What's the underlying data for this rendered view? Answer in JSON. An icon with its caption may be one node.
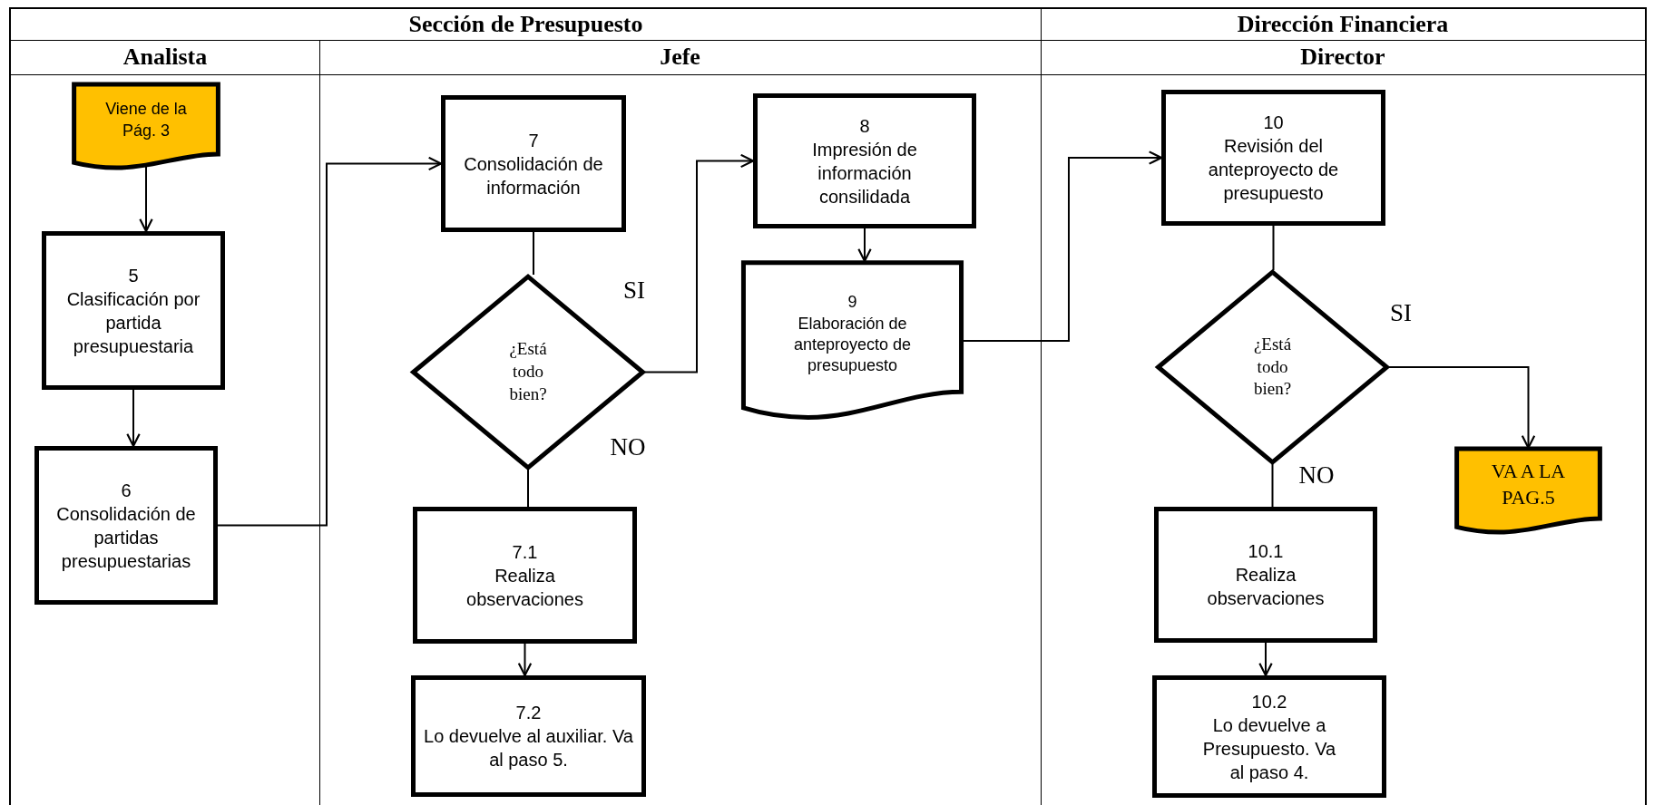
{
  "diagram": {
    "nodes": [
      {
        "text": [
          "Viene de la Pág. 3"
        ]
      },
      {
        "text": [
          "5",
          "Clasificación por partida presupuestaria"
        ]
      },
      {
        "text": [
          "6",
          "Consolidación de partidas presupuestarias"
        ]
      },
      {
        "text": [
          "7",
          "Consolidación de información"
        ]
      },
      {
        "text": [
          "¿Está todo bien?"
        ]
      },
      {
        "text": [
          "7.1",
          "Realiza observaciones"
        ]
      },
      {
        "text": [
          "7.2",
          "Lo devuelve al auxiliar. Va al paso 5."
        ]
      },
      {
        "text": [
          "8",
          "Impresión de información consilidada"
        ]
      },
      {
        "text": [
          "9",
          "Elaboración de anteproyecto de presupuesto"
        ]
      },
      {
        "text": [
          "10",
          "Revisión del anteproyecto de presupuesto"
        ]
      },
      {
        "text": [
          "¿Está todo bien?"
        ]
      },
      {
        "text": [
          "10.1",
          "Realiza observaciones"
        ]
      },
      {
        "text": [
          "10.2",
          "Lo devuelve a Presupuesto. Va al paso 4."
        ]
      },
      {
        "text": [
          "VA A LA PAG.5"
        ]
      }
    ],
    "edges": [
      {
        "from": 0,
        "to": 1,
        "arrow": "to"
      },
      {
        "from": 1,
        "to": 2,
        "arrow": "to"
      },
      {
        "from": 2,
        "to": 3,
        "arrow": "to"
      },
      {
        "from": 3,
        "to": 4,
        "arrow": "none"
      },
      {
        "from": 4,
        "to": 7,
        "arrow": "to",
        "label": "SI"
      },
      {
        "from": 4,
        "to": 5,
        "arrow": "none",
        "label": "NO"
      },
      {
        "from": 5,
        "to": 6,
        "arrow": "to"
      },
      {
        "from": 7,
        "to": 8,
        "arrow": "to"
      },
      {
        "from": 8,
        "to": 9,
        "arrow": "to"
      },
      {
        "from": 9,
        "to": 10,
        "arrow": "none"
      },
      {
        "from": 10,
        "to": 13,
        "arrow": "to",
        "label": "SI"
      },
      {
        "from": 10,
        "to": 11,
        "arrow": "none",
        "label": "NO"
      },
      {
        "from": 11,
        "to": 12,
        "arrow": "to"
      }
    ],
    "labels": [
      "Sección de Presupuesto",
      "Dirección Financiera",
      "Analista",
      "Jefe",
      "Director"
    ]
  }
}
